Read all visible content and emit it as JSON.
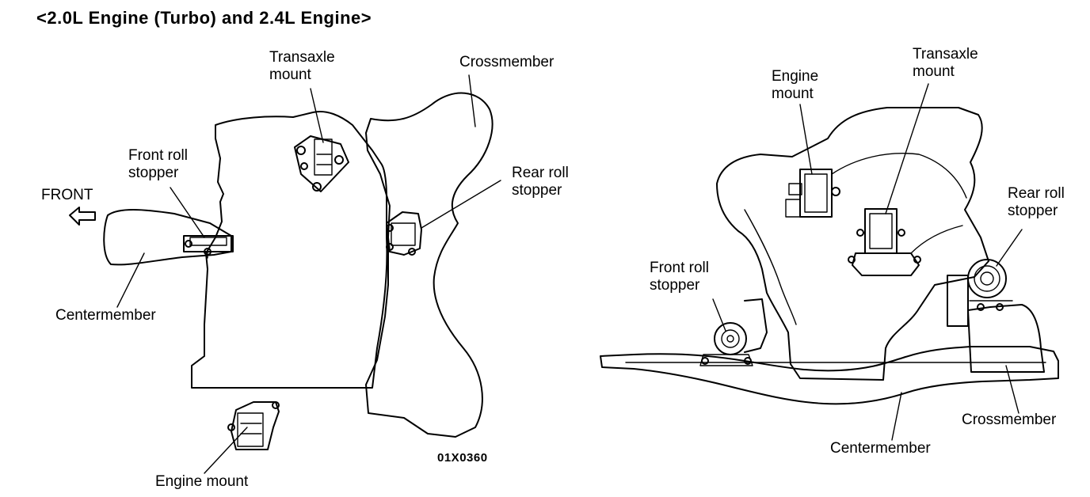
{
  "title": "<2.0L Engine (Turbo) and 2.4L Engine>",
  "left_view": {
    "labels": {
      "transaxle_mount": [
        "Transaxle",
        "mount"
      ],
      "crossmember": [
        "Crossmember"
      ],
      "front_roll_stopper": [
        "Front roll",
        "stopper"
      ],
      "front": [
        "FRONT"
      ],
      "rear_roll_stopper": [
        "Rear roll",
        "stopper"
      ],
      "centermember": [
        "Centermember"
      ],
      "engine_mount": [
        "Engine mount"
      ]
    },
    "figure_code": "01X0360"
  },
  "right_view": {
    "labels": {
      "engine_mount": [
        "Engine",
        "mount"
      ],
      "transaxle_mount": [
        "Transaxle",
        "mount"
      ],
      "rear_roll_stopper": [
        "Rear roll",
        "stopper"
      ],
      "front_roll_stopper": [
        "Front roll",
        "stopper"
      ],
      "crossmember": [
        "Crossmember"
      ],
      "centermember": [
        "Centermember"
      ]
    }
  }
}
